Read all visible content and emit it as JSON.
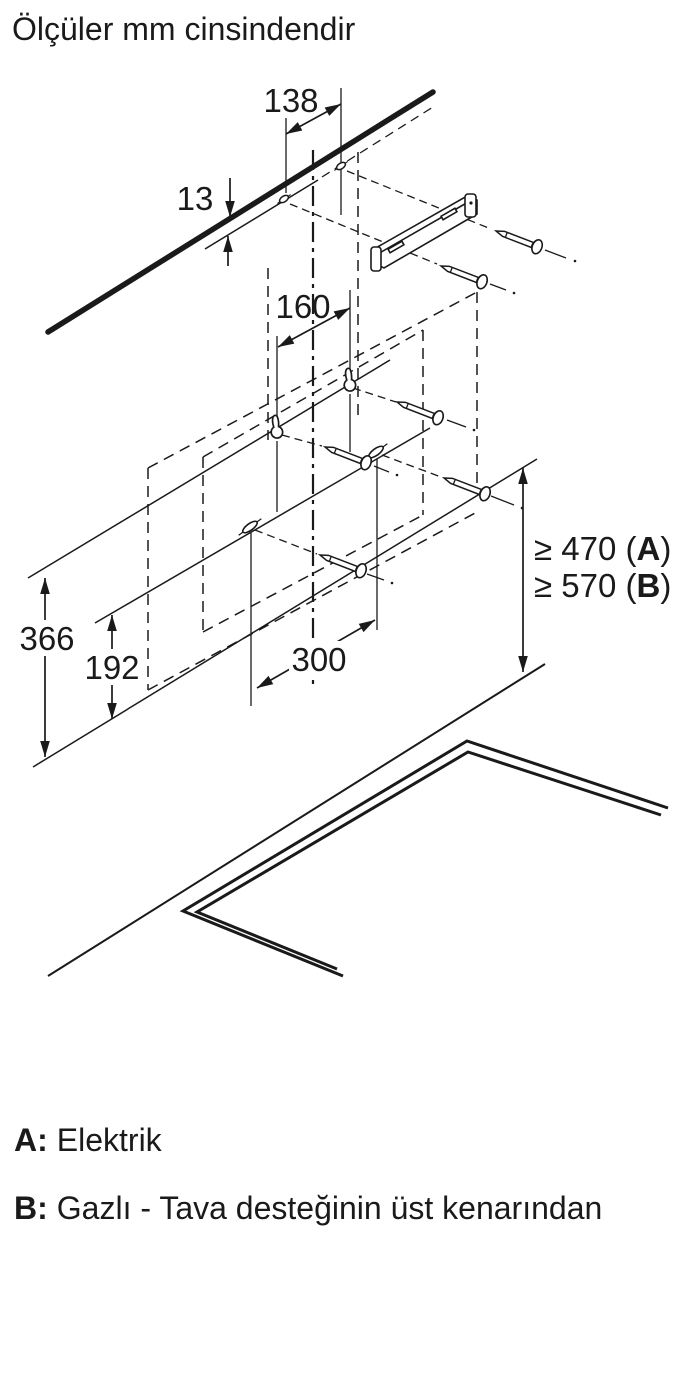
{
  "title": "Ölçüler mm cinsindendir",
  "dimensions": {
    "bracket_holes_width": "138",
    "wall_edge_offset": "13",
    "upper_holes_width": "160",
    "mount_height_total": "366",
    "mount_height_lower": "192",
    "lower_holes_width": "300"
  },
  "clearance": {
    "electric_prefix": "≥ 470 (",
    "electric_key": "A",
    "electric_suffix": ")",
    "gas_prefix": "≥ 570 (",
    "gas_key": "B",
    "gas_suffix": ")"
  },
  "legend": {
    "a_key": "A:",
    "a_text": "Elektrik",
    "b_key": "B:",
    "b_text": "Gazlı - Tava desteğinin üst kenarından"
  },
  "colors": {
    "ink": "#1a1a1a",
    "background": "#ffffff"
  }
}
